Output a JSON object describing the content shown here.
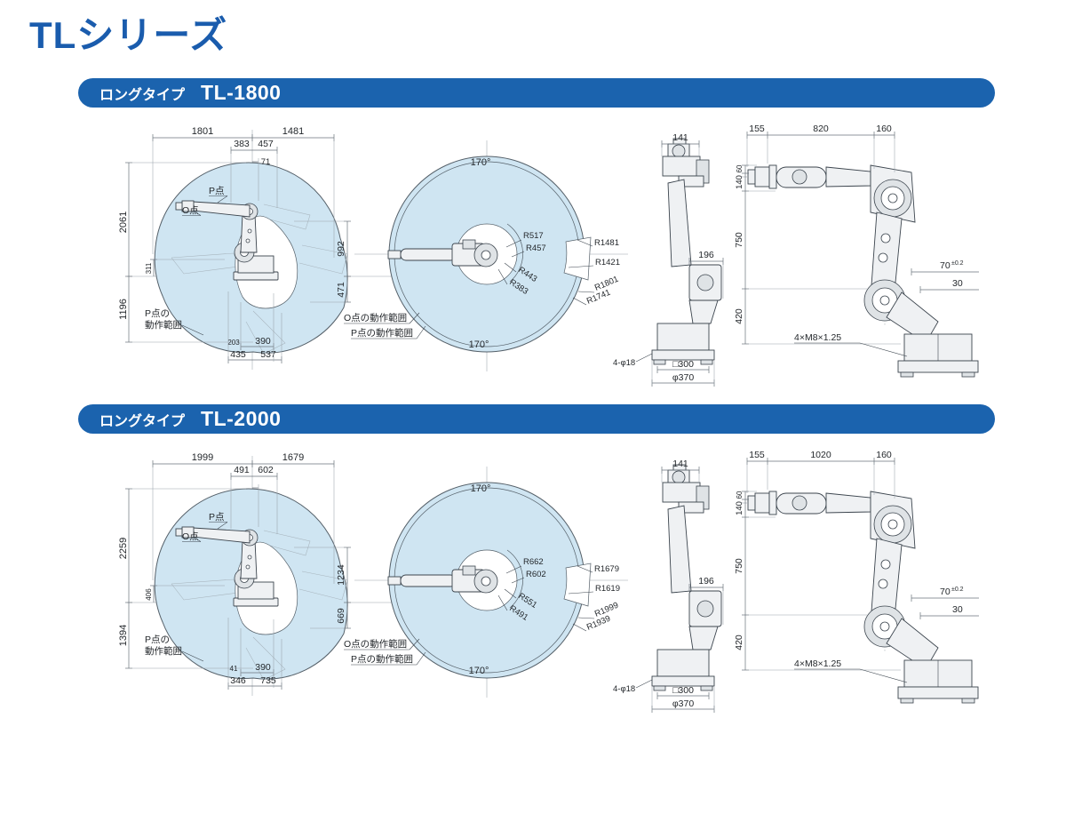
{
  "page": {
    "title": "TLシリーズ"
  },
  "colors": {
    "accent_blue": "#1b63ae",
    "title_blue": "#1a5cad",
    "envelope_fill": "#cfe5f2"
  },
  "sections": [
    {
      "header": {
        "type_label": "ロングタイプ",
        "model": "TL-1800"
      },
      "side_view": {
        "dim_total_left": "1801",
        "dim_total_right": "1481",
        "dim_offset_left": "383",
        "dim_offset_right": "457",
        "dim_small": "71",
        "dim_height_upper": "2061",
        "dim_height_small": "311",
        "dim_height_lower": "1196",
        "dim_right_upper": "992",
        "dim_right_lower": "471",
        "dim_bottom_r1a": "203",
        "dim_bottom_r1b": "390",
        "dim_bottom_r2a": "435",
        "dim_bottom_r2b": "537",
        "label_p_point": "P点",
        "label_o_point": "O点",
        "label_p_range_line1": "P点の",
        "label_p_range_line2": "動作範囲"
      },
      "top_view": {
        "angle_top": "170°",
        "angle_bottom": "170°",
        "r_inner_1": "R517",
        "r_inner_2": "R457",
        "r_inner_3": "R443",
        "r_inner_4": "R383",
        "r_outer_1": "R1481",
        "r_outer_2": "R1421",
        "r_outer_3": "R1801",
        "r_outer_4": "R1741",
        "label_o_range": "O点の動作範囲",
        "label_p_range": "P点の動作範囲"
      },
      "front_view": {
        "dim_top": "141",
        "dim_mid": "196",
        "label_holes": "4-φ18",
        "label_square": "□300",
        "label_dia": "φ370"
      },
      "arm_view": {
        "dim_top_1": "155",
        "dim_top_2": "820",
        "dim_top_3": "160",
        "dim_left_1": "60",
        "dim_left_2": "140",
        "dim_left_3": "750",
        "dim_left_4": "420",
        "dim_flange_main": "70",
        "dim_flange_tol": "±0.2",
        "dim_flange_2": "30",
        "label_bolts": "4×M8×1.25"
      }
    },
    {
      "header": {
        "type_label": "ロングタイプ",
        "model": "TL-2000"
      },
      "side_view": {
        "dim_total_left": "1999",
        "dim_total_right": "1679",
        "dim_offset_left": "491",
        "dim_offset_right": "602",
        "dim_small": "",
        "dim_height_upper": "2259",
        "dim_height_small": "406",
        "dim_height_lower": "1394",
        "dim_right_upper": "1234",
        "dim_right_lower": "669",
        "dim_bottom_r1a": "41",
        "dim_bottom_r1b": "390",
        "dim_bottom_r2a": "346",
        "dim_bottom_r2b": "735",
        "label_p_point": "P点",
        "label_o_point": "O点",
        "label_p_range_line1": "P点の",
        "label_p_range_line2": "動作範囲"
      },
      "top_view": {
        "angle_top": "170°",
        "angle_bottom": "170°",
        "r_inner_1": "R662",
        "r_inner_2": "R602",
        "r_inner_3": "R551",
        "r_inner_4": "R491",
        "r_outer_1": "R1679",
        "r_outer_2": "R1619",
        "r_outer_3": "R1999",
        "r_outer_4": "R1939",
        "label_o_range": "O点の動作範囲",
        "label_p_range": "P点の動作範囲"
      },
      "front_view": {
        "dim_top": "141",
        "dim_mid": "196",
        "label_holes": "4-φ18",
        "label_square": "□300",
        "label_dia": "φ370"
      },
      "arm_view": {
        "dim_top_1": "155",
        "dim_top_2": "1020",
        "dim_top_3": "160",
        "dim_left_1": "60",
        "dim_left_2": "140",
        "dim_left_3": "750",
        "dim_left_4": "420",
        "dim_flange_main": "70",
        "dim_flange_tol": "±0.2",
        "dim_flange_2": "30",
        "label_bolts": "4×M8×1.25"
      }
    }
  ]
}
